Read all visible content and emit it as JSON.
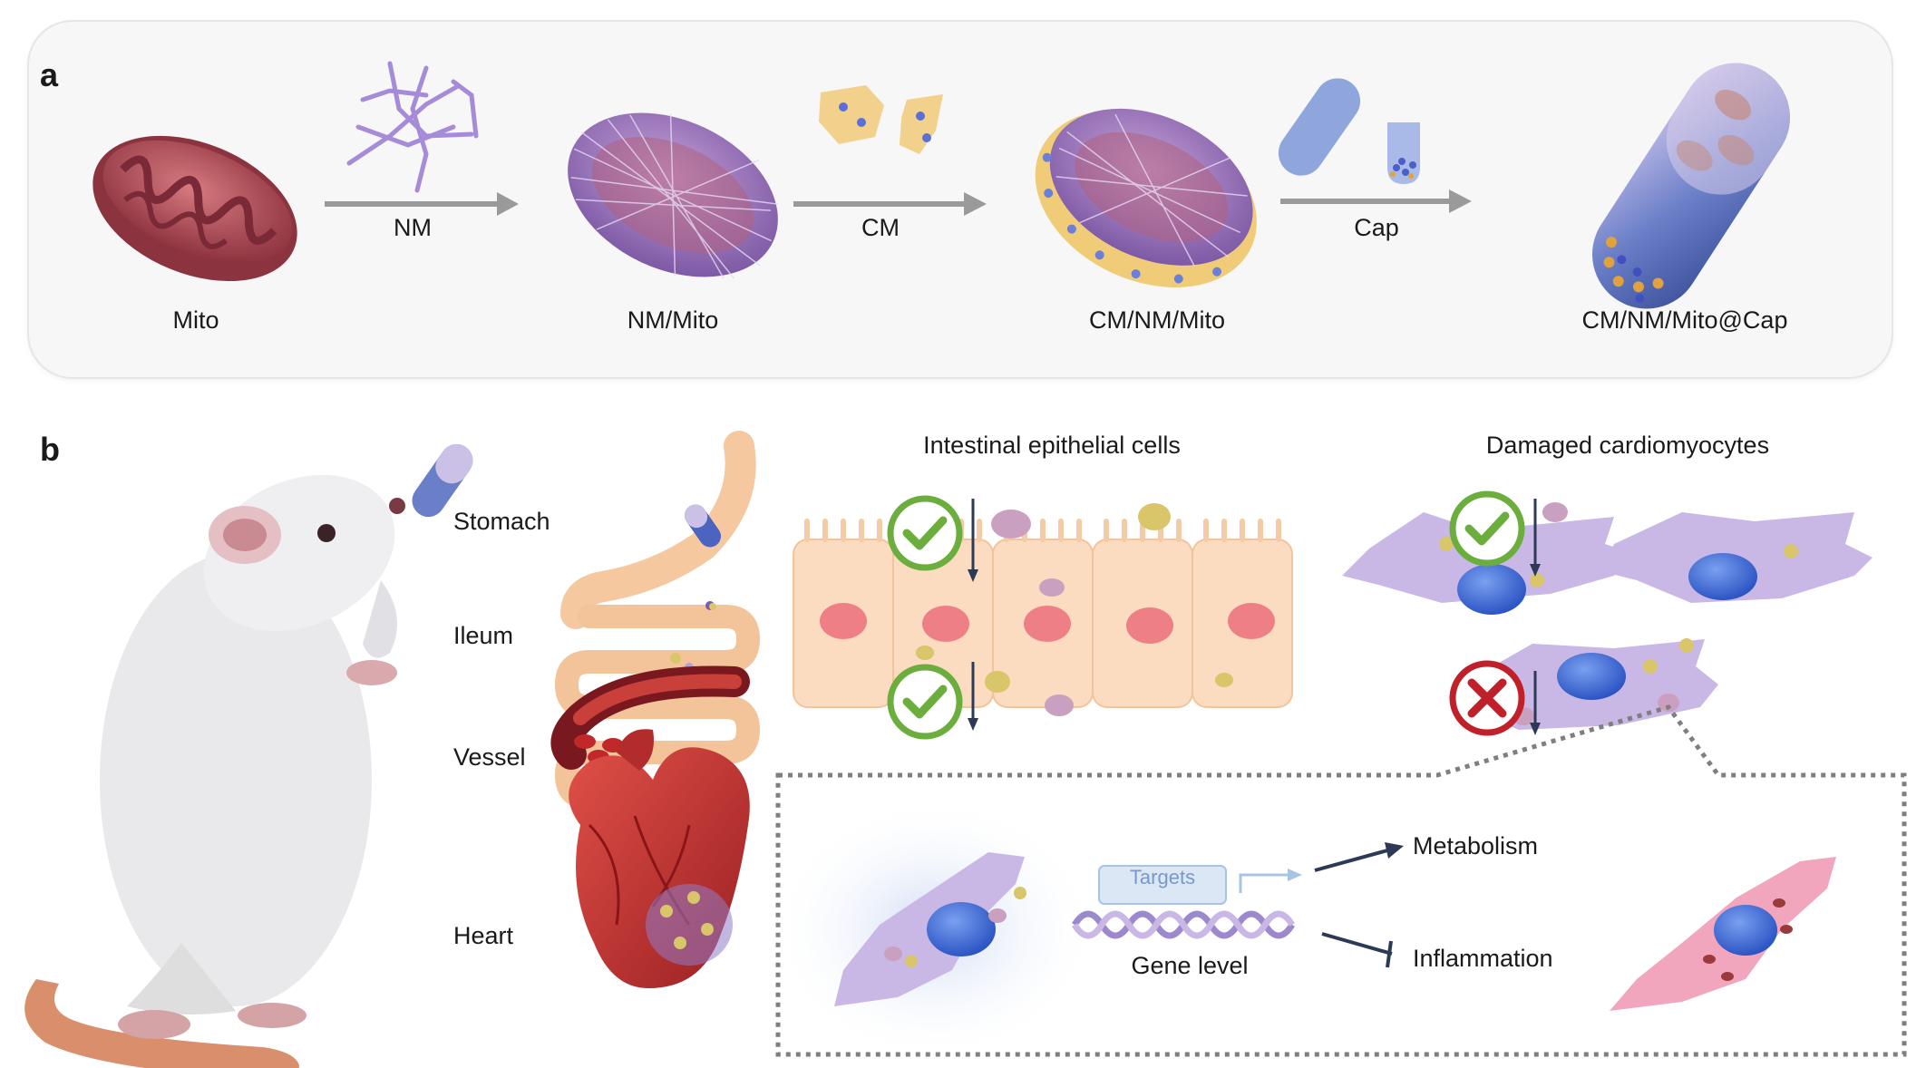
{
  "panel_a": {
    "letter": "a",
    "arrows": [
      "NM",
      "CM",
      "Cap"
    ],
    "stages": [
      "Mito",
      "NM/Mito",
      "CM/NM/Mito",
      "CM/NM/Mito@Cap"
    ]
  },
  "panel_b": {
    "letter": "b",
    "organs": [
      "Stomach",
      "Ileum",
      "Vessel",
      "Heart"
    ],
    "intestinal_title": "Intestinal epithelial cells",
    "cardio_title": "Damaged cardiomyocytes",
    "targets_label": "Targets",
    "gene_label": "Gene level",
    "metabolism_label": "Metabolism",
    "inflammation_label": "Inflammation"
  },
  "colors": {
    "mito": "#b8505a",
    "nm_fiber": "#a98ad6",
    "cm_yellow": "#f2d48c",
    "capsule_blue": "#8fa6dd",
    "check_green": "#6bae3e",
    "cross_red": "#c0202a",
    "heart_red": "#c0302c",
    "cell_peach": "#fbdcc0",
    "cardio_purple": "#c9b7e6",
    "nucleus_blue": "#3f6fd8",
    "healthy_pink": "#f1a6bd"
  }
}
